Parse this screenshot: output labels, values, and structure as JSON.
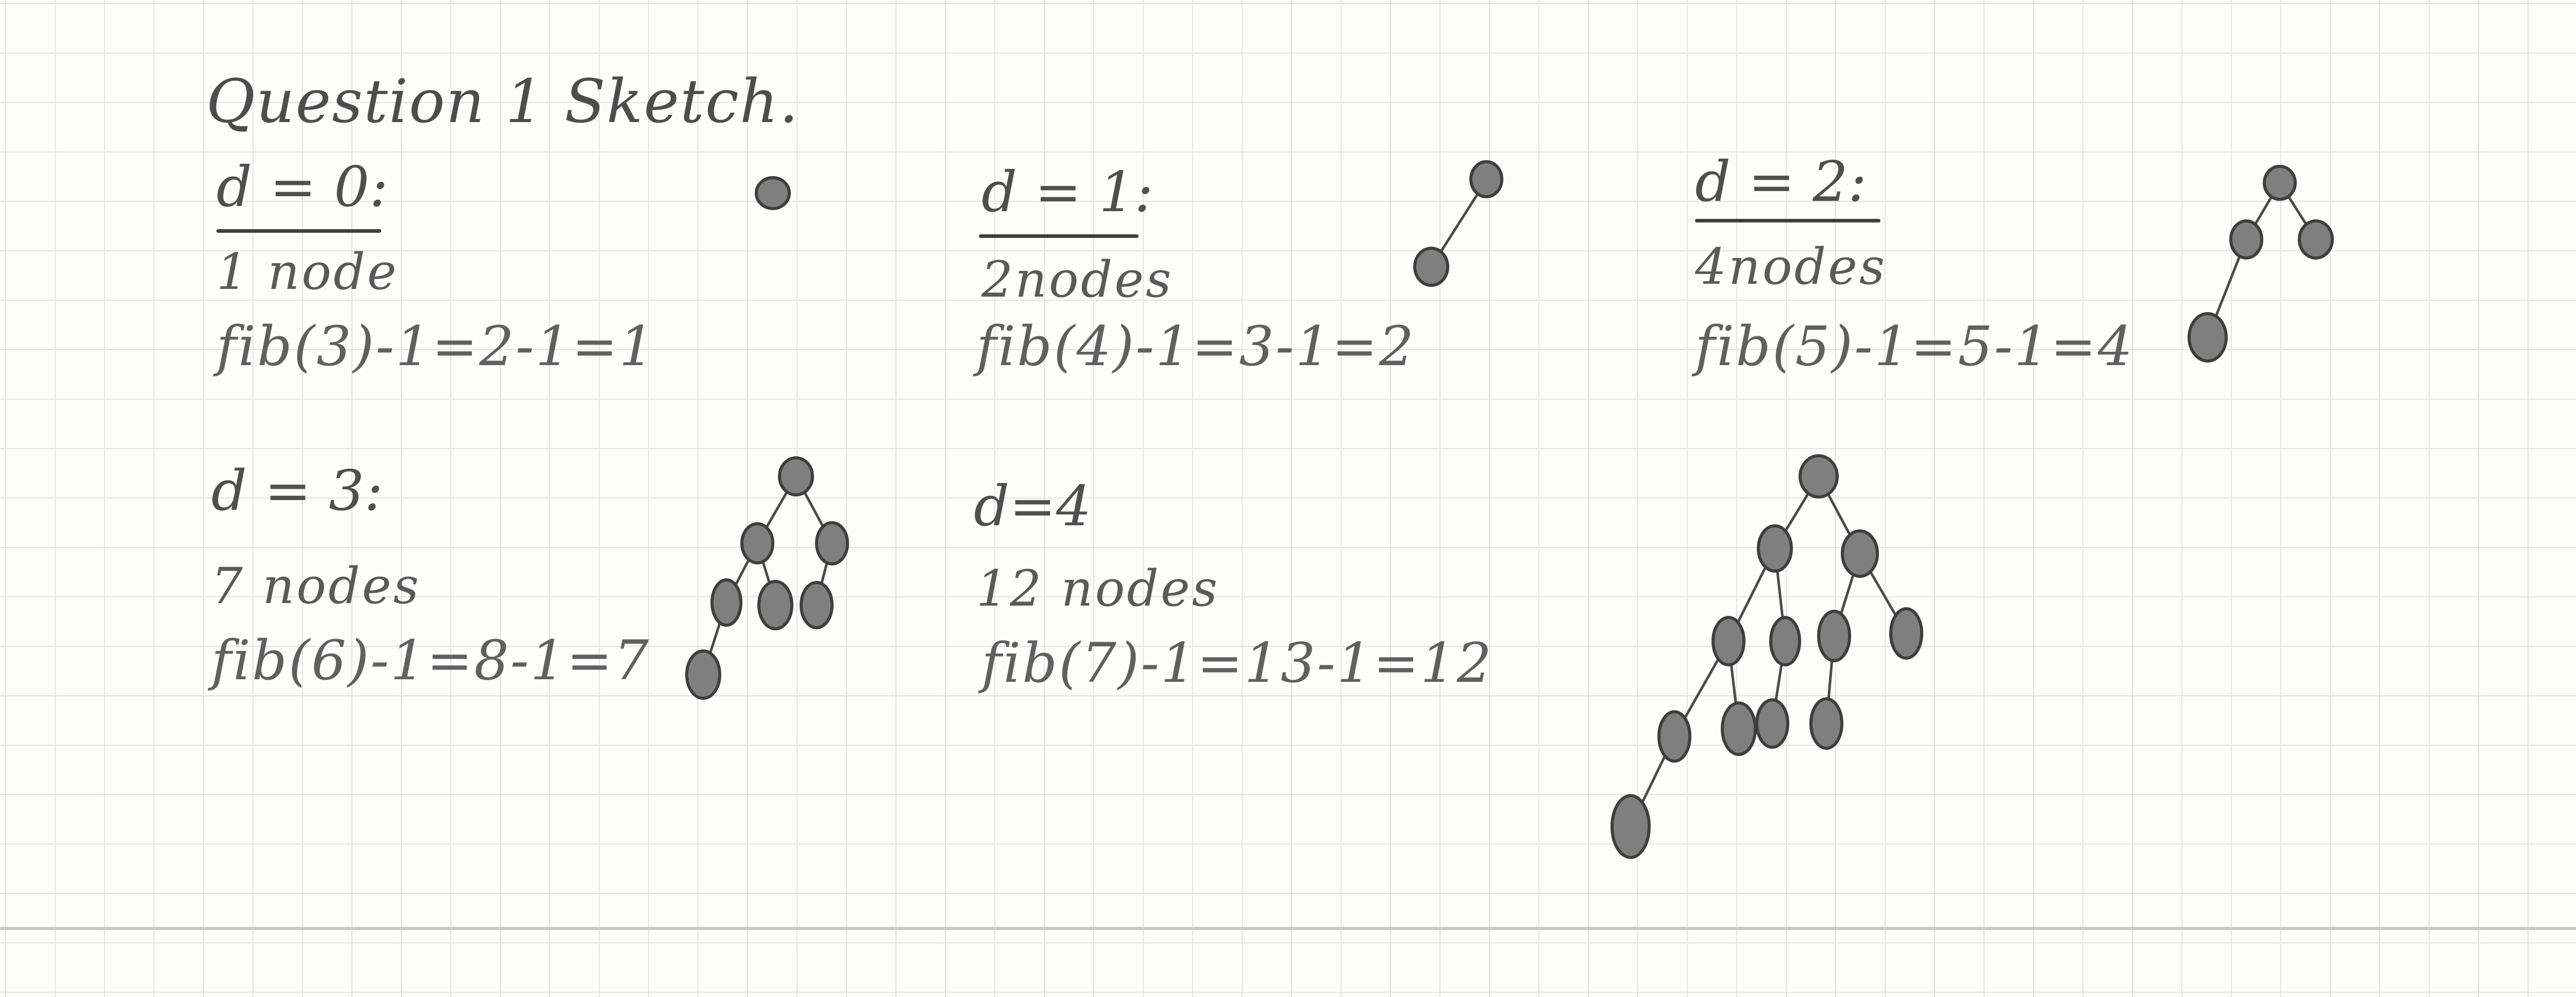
{
  "title": "Question 1 Sketch.",
  "sections": [
    {
      "label": "d = 0:",
      "count": "1 node",
      "formula": "fib(3)-1=2-1=1",
      "nodes": 1
    },
    {
      "label": "d = 1:",
      "count": "2nodes",
      "formula": "fib(4)-1=3-1=2",
      "nodes": 2
    },
    {
      "label": "d = 2:",
      "count": "4nodes",
      "formula": "fib(5)-1=5-1=4",
      "nodes": 4
    },
    {
      "label": "d = 3:",
      "count": "7 nodes",
      "formula": "fib(6)-1=8-1=7",
      "nodes": 7
    },
    {
      "label": "d=4",
      "count": "12 nodes",
      "formula": "fib(7)-1=13-1=12",
      "nodes": 12
    }
  ]
}
